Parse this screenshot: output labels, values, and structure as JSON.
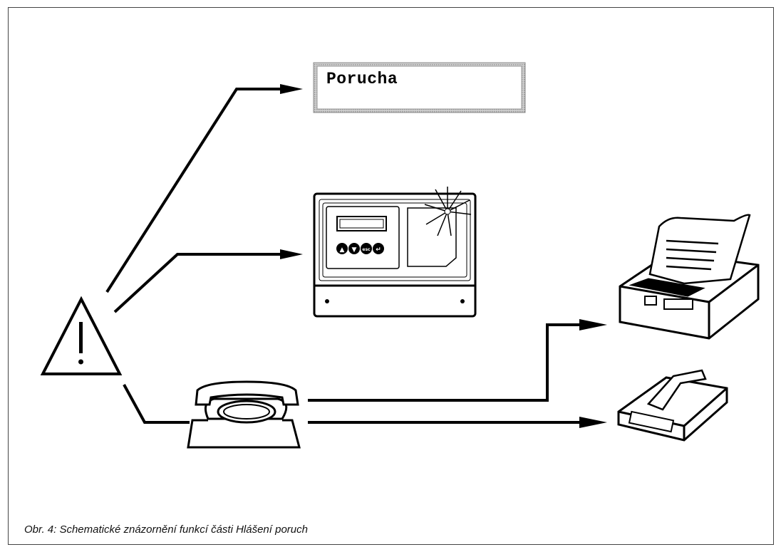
{
  "display": {
    "text": "Porucha"
  },
  "controller": {
    "buttons": [
      "▲",
      "▼",
      "esc",
      "↵"
    ]
  },
  "caption": "Obr. 4: Schematické znázornění funkcí části Hlášení poruch",
  "icons": [
    "warning-triangle-icon",
    "display-panel",
    "controller-unit-icon",
    "telephone-icon",
    "printer-icon",
    "fax-icon"
  ]
}
